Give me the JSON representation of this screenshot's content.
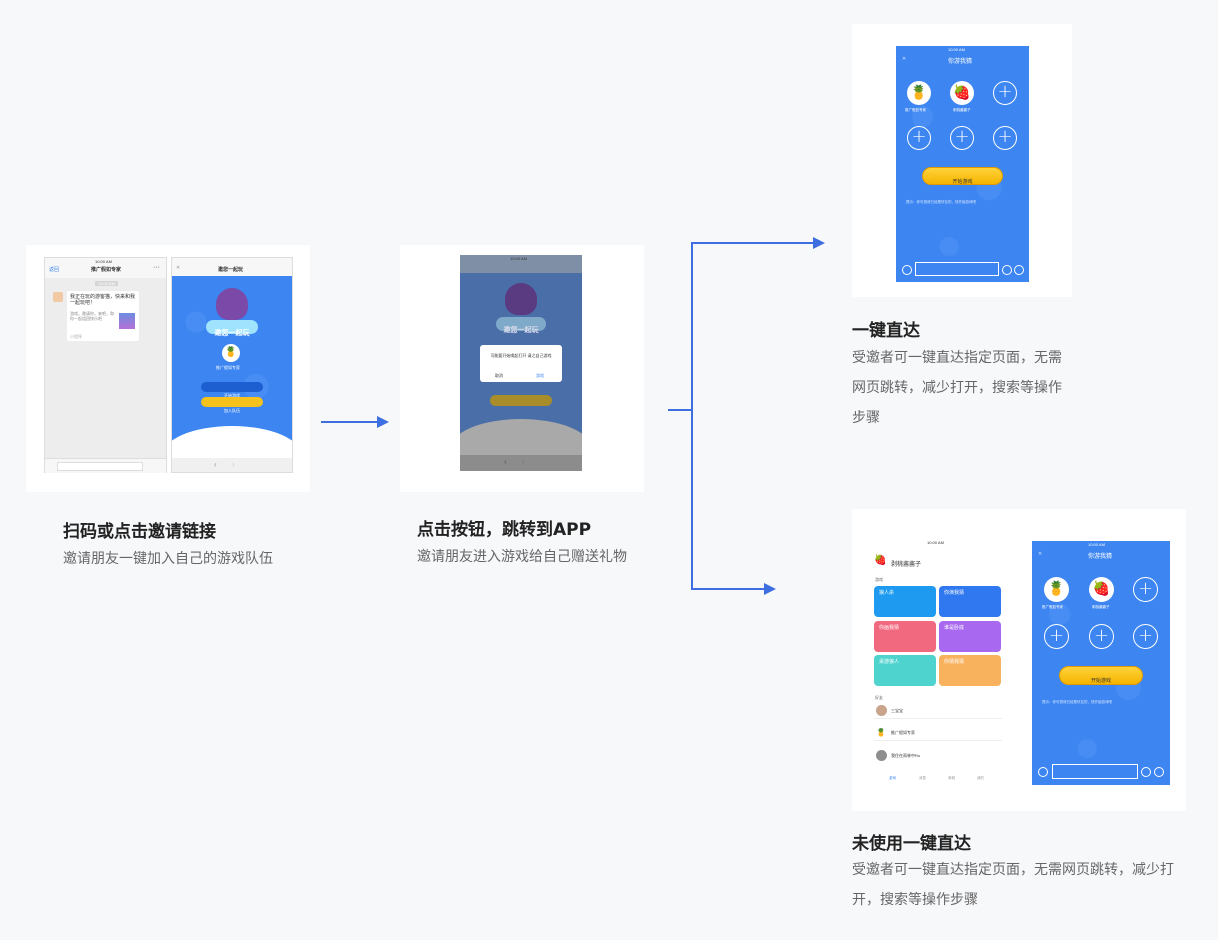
{
  "step1": {
    "title": "扫码或点击邀请链接",
    "desc": "邀请朋友一键加入自己的游戏队伍",
    "chat": {
      "back_label": "返回",
      "title": "推广假如专家",
      "time": "10:00 AM",
      "message": "我正在玩的游客猫，快来和我一起玩吧！",
      "message_sub": "游戏，邀请你，来吧，和你一起组团快乐吧",
      "source": "小程序"
    },
    "invite": {
      "title": "邀您一起玩",
      "banner": "邀您一起玩",
      "user": "推广假如专家",
      "button_primary": "开始游戏",
      "button_secondary": "加入队伍"
    }
  },
  "step2": {
    "title": "点击按钮，跳转到APP",
    "desc": "邀请朋友进入游戏给自己赠送礼物",
    "dialog": {
      "message": "可能要开始唤起打开 请之自己游戏",
      "cancel": "取消",
      "confirm": "游戏"
    },
    "banner": "邀您一起玩"
  },
  "result_a": {
    "title": "一键直达",
    "desc": "受邀者可一键直达指定页面，无需网页跳转，减少打开，搜索等操作步骤",
    "room": {
      "title": "你游我猜",
      "members": [
        "推广假如专家",
        "剥桃酱酱子"
      ],
      "start_button": "开始游戏",
      "tip": "提示：你可邀请已经是好友的，快开始游戏吧"
    }
  },
  "result_b": {
    "title": "未使用一键直达",
    "desc": "受邀者可一键直达指定页面，无需网页跳转，减少打开，搜索等操作步骤",
    "home": {
      "user": "剥桃酱酱子",
      "section_games": "游戏",
      "games": [
        "狼人杀",
        "你演我猜",
        "你画我猜",
        "谁是卧底",
        "桌游狼人",
        "你猜我猜"
      ],
      "section_friends": "好友",
      "friends": [
        "三宝宝",
        "推广假如专家",
        "我住在雨林中Ru"
      ],
      "tabs": [
        "游戏",
        "消息",
        "商城",
        "我的"
      ]
    },
    "room": {
      "title": "你游我猜",
      "members": [
        "推广假如专家",
        "剥桃酱酱子"
      ],
      "start_button": "开始游戏",
      "tip": "提示：你可邀请已经是好友的，快开始游戏吧"
    }
  },
  "status_time": "10:00 AM",
  "colors": {
    "accent": "#3d6fe0",
    "app_blue": "#3d86f2",
    "yellow": "#f6c21c"
  }
}
